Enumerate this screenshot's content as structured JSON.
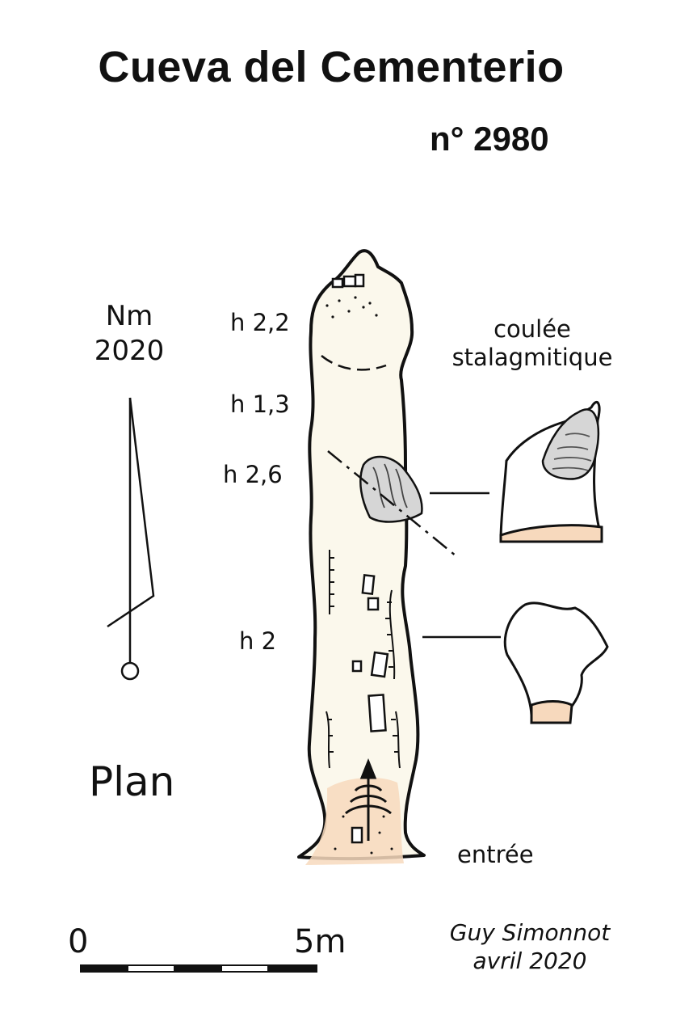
{
  "title": "Cueva del Cementerio",
  "number": "n° 2980",
  "north": {
    "label": "Nm",
    "year": "2020"
  },
  "view_label": "Plan",
  "heights": [
    "h 2,2",
    "h 1,3",
    "h 2,6",
    "h 2"
  ],
  "annotations": {
    "coulee_line1": "coulée",
    "coulee_line2": "stalagmitique",
    "entrance": "entrée"
  },
  "scale": {
    "start": "0",
    "end": "5m"
  },
  "author": {
    "name": "Guy Simonnot",
    "date": "avril 2020"
  },
  "colors": {
    "cave_fill": "#fbf8ec",
    "sediment": "#f7d9bd",
    "flowstone": "#d6d6d6",
    "ink": "#111111"
  }
}
